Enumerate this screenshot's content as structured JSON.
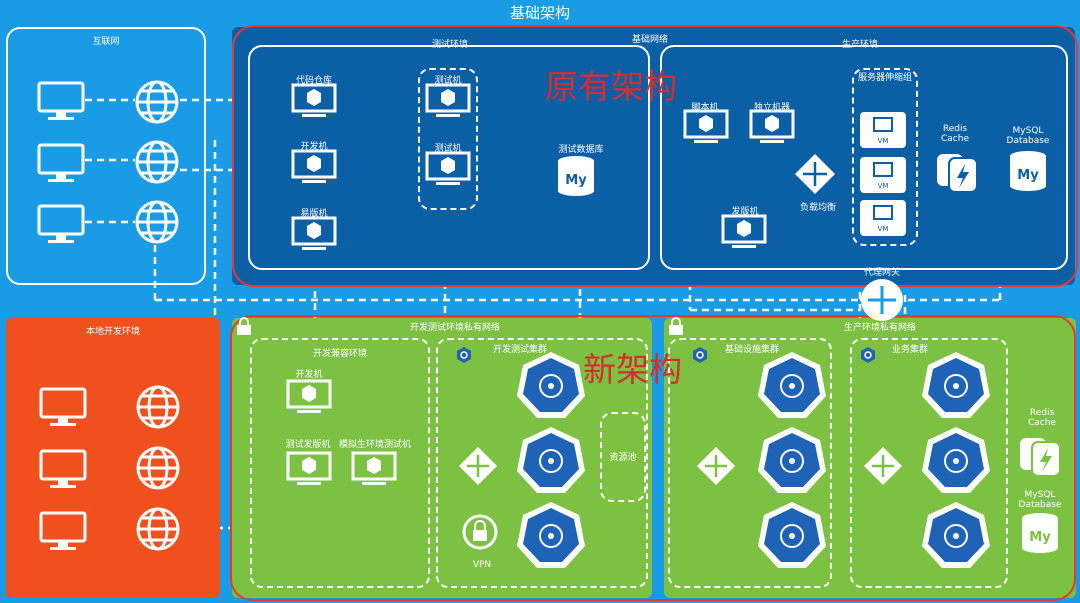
{
  "title": "基础架构",
  "internet": "互联网",
  "base_network": "基础网络",
  "test_env": "测试环境",
  "prod_env": "生产环境",
  "code_repo": "代码仓库",
  "test_machine": "测试机",
  "test_machine2": "测试机",
  "dev_machine": "开发机",
  "release_machine": "易版机",
  "test_db": "测试数据库",
  "script_machine": "脚本机",
  "standalone_machine": "独立机器",
  "server_scaling_group": "服务器伸缩组",
  "vm": "VM",
  "redis": "Redis\nCache",
  "mysql": "MySQL\nDatabase",
  "lb": "负载均衡",
  "release_machine2": "发版机",
  "proxy_gateway": "代理网关",
  "old_arch": "原有架构",
  "new_arch": "新架构",
  "local_dev": "本地开发环境",
  "dev_test_private": "开发测试环境私有网络",
  "prod_private": "生产环境私有网络",
  "dev_compat": "开发兼容环境",
  "dev_machine2": "开发机",
  "test_release": "测试发版机",
  "sim_prod_test": "模拟生环境测试机",
  "dev_test_cluster": "开发测试集群",
  "resource_pool": "资源池",
  "vpn": "VPN",
  "infra_cluster": "基础设施集群",
  "biz_cluster": "业务集群",
  "redis2": "Redis\nCache",
  "mysql2": "MySQL\nDatabase",
  "colors": {
    "bg": "#1a9be6",
    "dark": "#0b5fa5",
    "green": "#7cc142",
    "orange": "#f0501e",
    "red": "#e53935",
    "k8s": "#1e63b5"
  }
}
